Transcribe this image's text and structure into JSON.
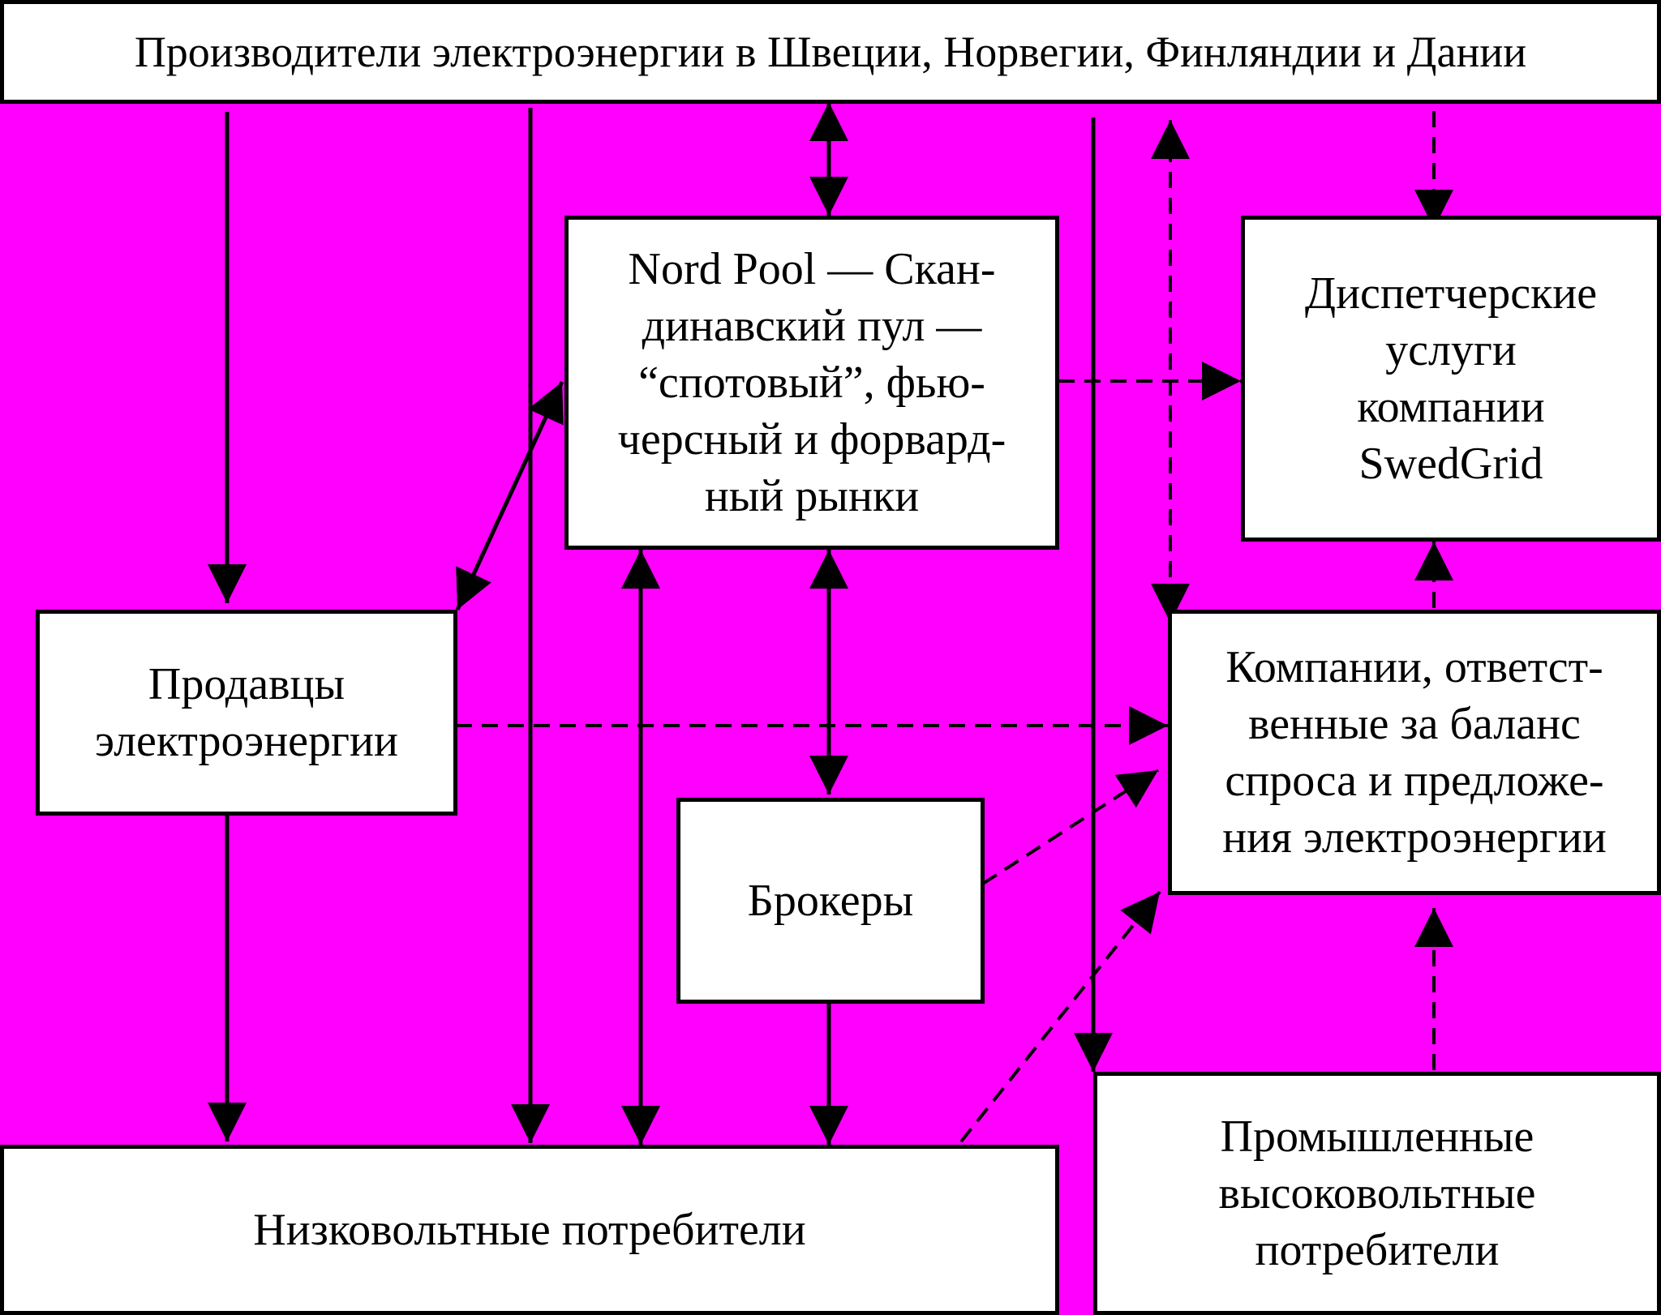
{
  "colors": {
    "background": "#ff00ff",
    "box_fill": "#ffffff",
    "line": "#000000"
  },
  "nodes": {
    "producers": "Производители электроэнергии в Швеции, Норвегии, Финляндии и Дании",
    "nordpool": "Nord Pool — Скан-\nдинавский пул —\n“спотовый”, фью-\nчерсный и форвард-\nный рынки",
    "dispatch": "Диспетчерские\nуслуги\nкомпании\nSwedGrid",
    "sellers": "Продавцы\nэлектроэнергии",
    "balance": "Компании, ответст-\nвенные за баланс\nспроса и предложе-\nния электроэнергии",
    "brokers": "Брокеры",
    "low_voltage": "Низковольтные потребители",
    "high_voltage": "Промышленные\nвысоковольтные\nпотребители"
  }
}
